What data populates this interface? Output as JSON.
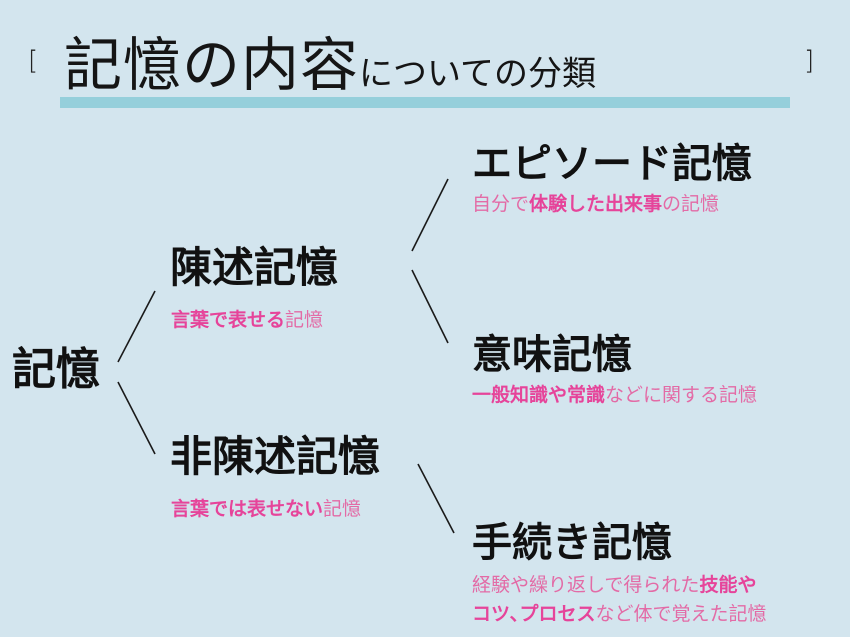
{
  "title": {
    "bracket_open": "[",
    "bracket_close": "]",
    "main": "記憶の内容",
    "sub": "についての分類"
  },
  "colors": {
    "background": "#d3e5ee",
    "underline": "#95cfdb",
    "accent_pink": "#e6449a",
    "light_pink": "#e36ba6",
    "text": "#111111"
  },
  "tree": {
    "root": {
      "label": "記憶"
    },
    "declarative": {
      "label": "陳述記憶",
      "desc": [
        {
          "t": "言葉で表せる",
          "b": true
        },
        {
          "t": "記憶",
          "b": false
        }
      ]
    },
    "nondeclarative": {
      "label": "非陳述記憶",
      "desc": [
        {
          "t": "言葉では表せない",
          "b": true
        },
        {
          "t": "記憶",
          "b": false
        }
      ]
    },
    "episodic": {
      "label": "エピソード記憶",
      "desc": [
        {
          "t": "自分で",
          "b": false
        },
        {
          "t": "体験した出来事",
          "b": true
        },
        {
          "t": "の記憶",
          "b": false
        }
      ]
    },
    "semantic": {
      "label": "意味記憶",
      "desc": [
        {
          "t": "一般知識や常識",
          "b": true
        },
        {
          "t": "などに関する記憶",
          "b": false
        }
      ]
    },
    "procedural": {
      "label": "手続き記憶",
      "desc_line1": [
        {
          "t": "経験や繰り返しで得られた",
          "b": false
        },
        {
          "t": "技能や",
          "b": true
        }
      ],
      "desc_line2": [
        {
          "t": "コツ､プロセス",
          "b": true
        },
        {
          "t": "など体で覚えた記憶",
          "b": false
        }
      ]
    }
  }
}
